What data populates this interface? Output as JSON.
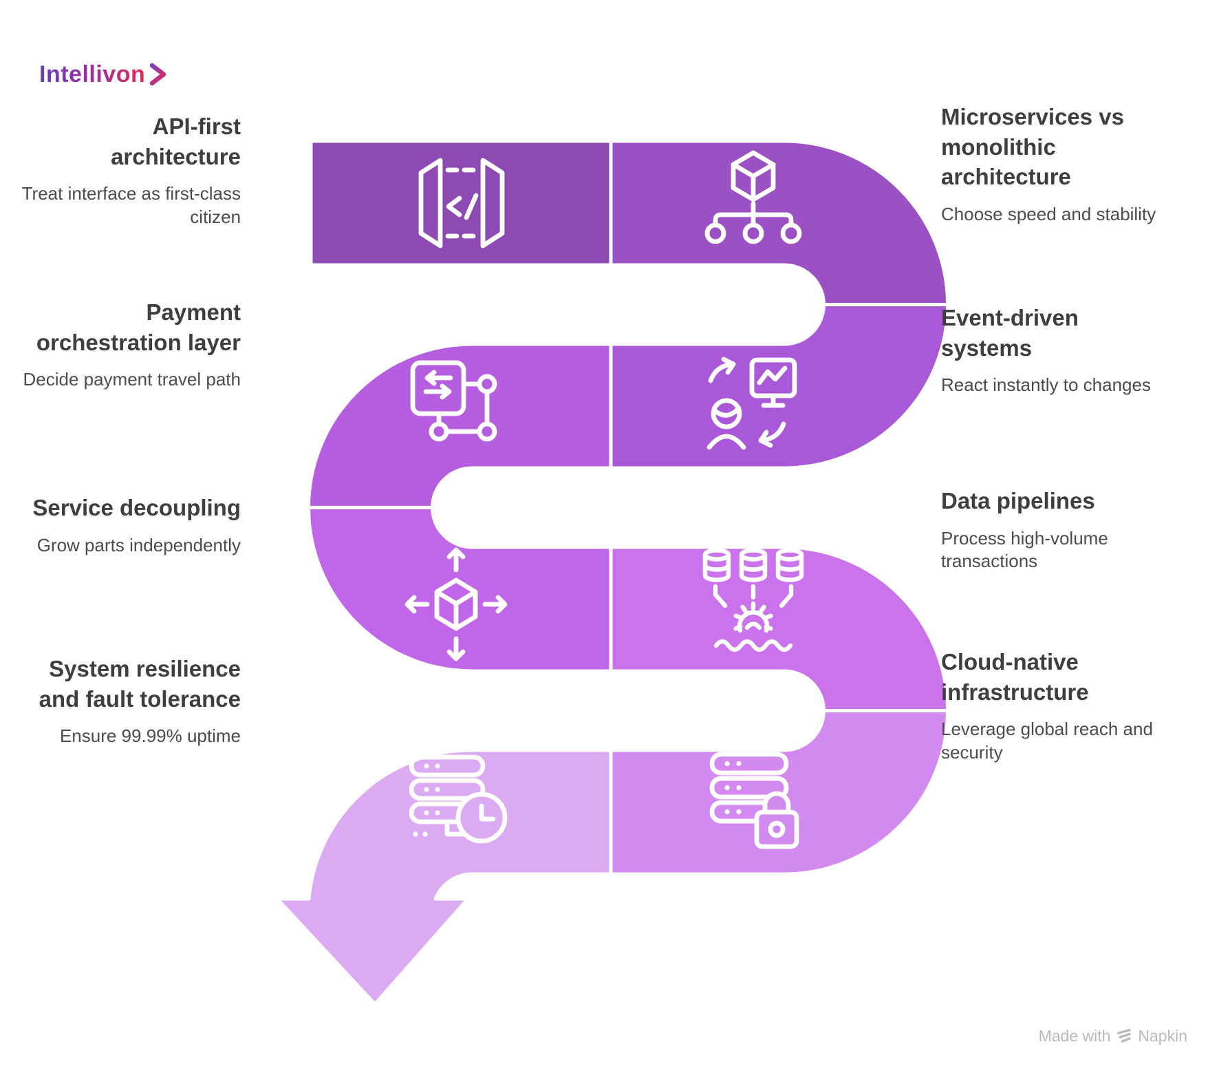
{
  "logo": {
    "text": "Intellivon",
    "chevron_icon": "chevron-right"
  },
  "credit": {
    "prefix": "Made with",
    "brand": "Napkin",
    "logo_icon": "napkin-stripes"
  },
  "colors": {
    "segments": [
      "#8d4ab2",
      "#9b50c4",
      "#a958d7",
      "#b55fe0",
      "#c067e9",
      "#ca73ec",
      "#d38af0",
      "#dcaaf2"
    ],
    "icon_stroke": "#ffffff",
    "title_text": "#3e3e3e",
    "description_text": "#4c4c4c",
    "logo_gradient_start": "#6d3abf",
    "logo_gradient_end": "#e52b50",
    "credit_text": "#b9b9b9"
  },
  "steps": [
    {
      "order": 1,
      "side": "left",
      "title": "API-first architecture",
      "description": "Treat interface as first-class citizen",
      "icon": "api-brackets-icon"
    },
    {
      "order": 2,
      "side": "right",
      "title": "Microservices vs monolithic architecture",
      "description": "Choose speed and stability",
      "icon": "cube-hierarchy-icon"
    },
    {
      "order": 3,
      "side": "right",
      "title": "Event-driven systems",
      "description": "React instantly to changes",
      "icon": "user-monitor-sync-icon"
    },
    {
      "order": 4,
      "side": "left",
      "title": "Payment orchestration layer",
      "description": "Decide payment travel path",
      "icon": "workflow-nodes-icon"
    },
    {
      "order": 5,
      "side": "left",
      "title": "Service decoupling",
      "description": "Grow parts independently",
      "icon": "cube-expand-arrows-icon"
    },
    {
      "order": 6,
      "side": "right",
      "title": "Data pipelines",
      "description": "Process high-volume transactions",
      "icon": "databases-gear-stream-icon"
    },
    {
      "order": 7,
      "side": "right",
      "title": "Cloud-native infrastructure",
      "description": "Leverage global reach and security",
      "icon": "server-lock-icon"
    },
    {
      "order": 8,
      "side": "left",
      "title": "System resilience and fault tolerance",
      "description": "Ensure 99.99% uptime",
      "icon": "server-clock-icon"
    }
  ]
}
